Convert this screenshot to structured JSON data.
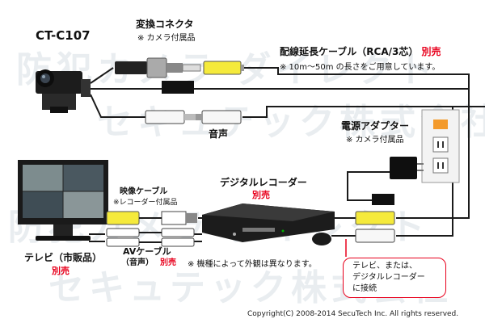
{
  "product": {
    "model": "CT-C107"
  },
  "converter": {
    "title": "変換コネクタ",
    "note": "※ カメラ付属品"
  },
  "extension_cable": {
    "title": "配線延長ケーブル（RCA/3芯）",
    "sold_separately": "別売",
    "note": "※ 10m～50m の長さをご用意しています。"
  },
  "audio": {
    "label": "音声"
  },
  "power_adapter": {
    "title": "電源アダプター",
    "note": "※ カメラ付属品"
  },
  "recorder": {
    "title": "デジタルレコーダー",
    "sold_separately": "別売"
  },
  "video_cable": {
    "title": "映像ケーブル",
    "note": "※レコーダー付属品"
  },
  "av_cable": {
    "title": "AVケーブル",
    "sub": "（音声）",
    "sold_separately": "別売"
  },
  "tv": {
    "title": "テレビ（市販品）",
    "sold_separately": "別売"
  },
  "disclaimer": "※ 機種によって外観は異なります。",
  "callout": {
    "line1": "テレビ、または、",
    "line2": "デジタルレコーダー",
    "line3": "に接続"
  },
  "copyright": "Copyright(C) 2008-2014 SecuTech Inc. All rights reserved.",
  "watermark": {
    "line1": "防犯カメラ ダイレクト",
    "line2": "セキュテック株式会社"
  },
  "colors": {
    "accent_red": "#e8001c",
    "video_yellow": "#f5ea3b",
    "wire": "#1a1a1a",
    "outlet_orange": "#f39a2b"
  }
}
